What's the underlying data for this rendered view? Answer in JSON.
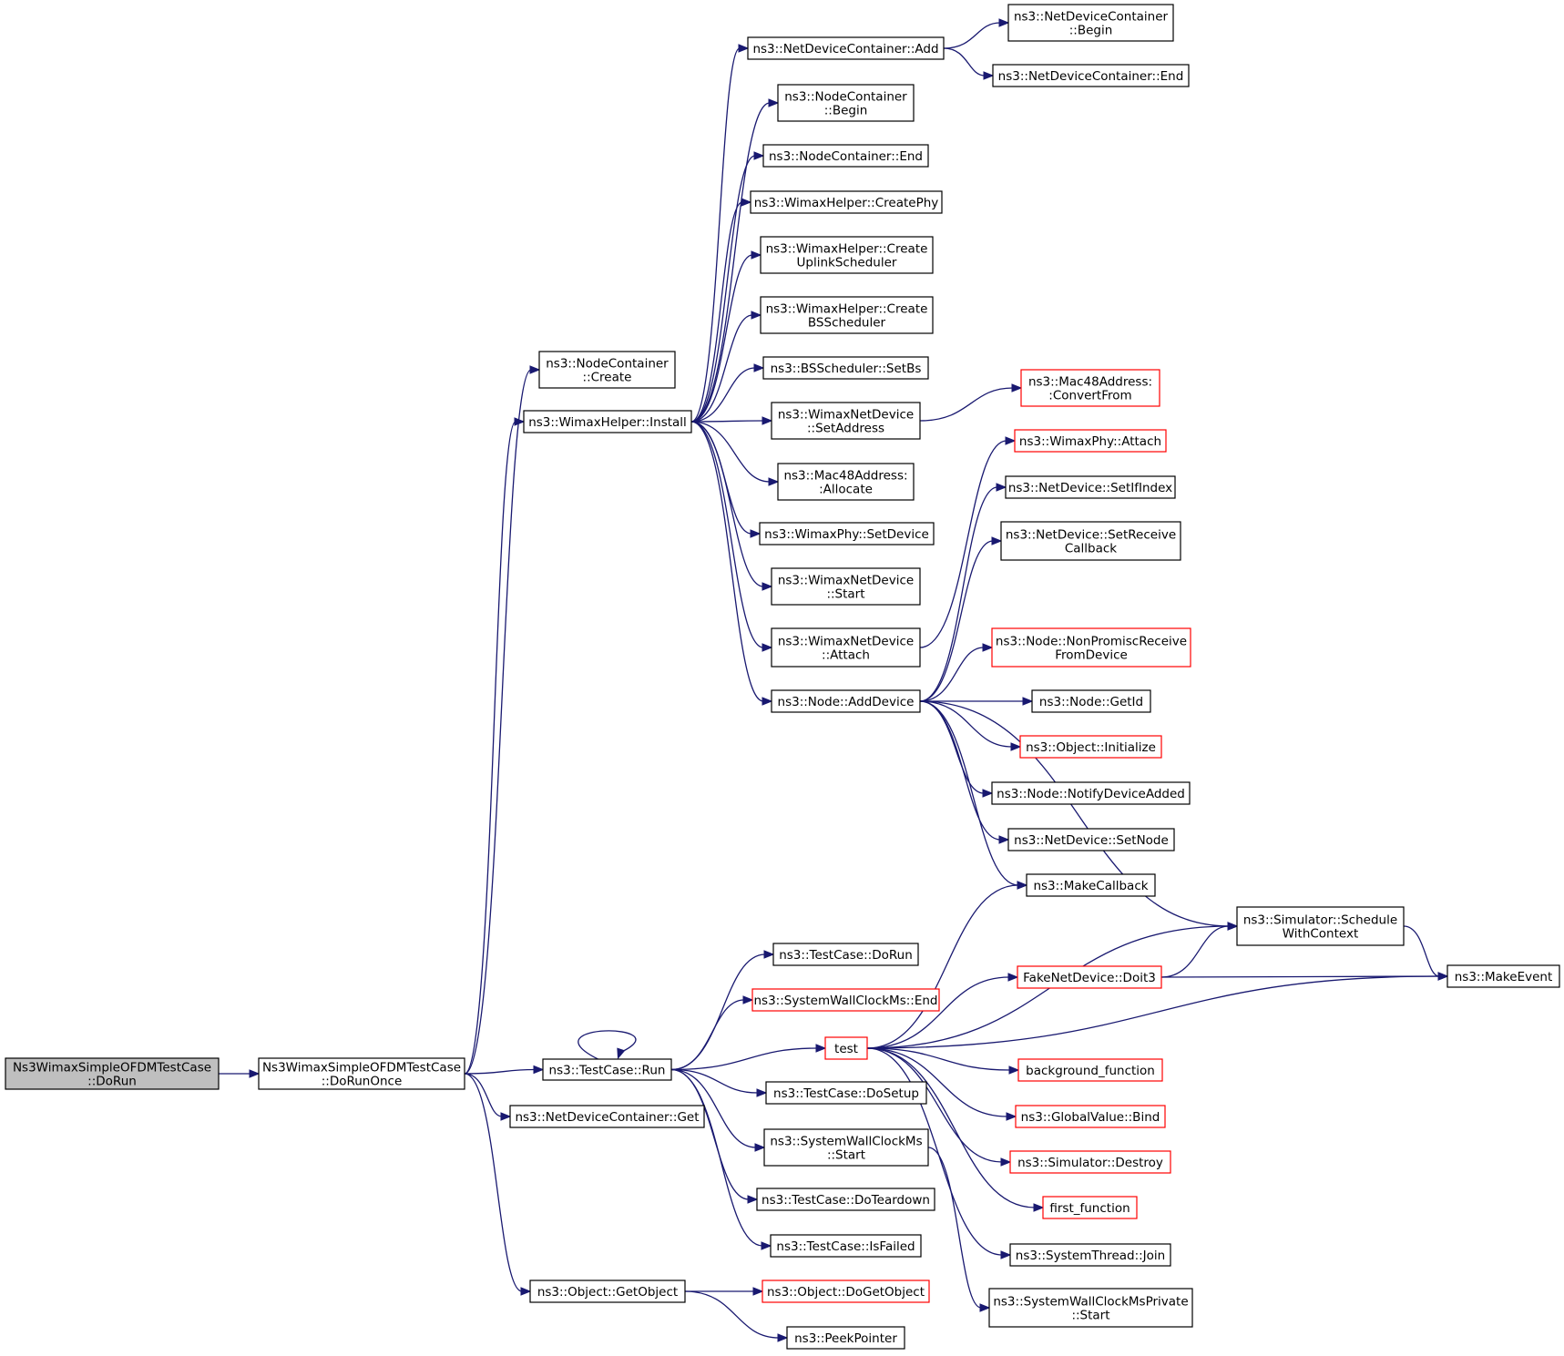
{
  "colors": {
    "edge": "#191970",
    "node_border_default": "#000000",
    "node_border_truncated": "#ff0000",
    "node_fill_default": "#ffffff",
    "node_fill_root": "#bfbfbf",
    "text": "#000000"
  },
  "nodes": {
    "n_dorun": {
      "lines": [
        "Ns3WimaxSimpleOFDMTestCase",
        "::DoRun"
      ],
      "style": "root"
    },
    "n_dorunonce": {
      "lines": [
        "Ns3WimaxSimpleOFDMTestCase",
        "::DoRunOnce"
      ],
      "style": "normal"
    },
    "n_ncreate": {
      "lines": [
        "ns3::NodeContainer",
        "::Create"
      ],
      "style": "normal"
    },
    "n_install": {
      "lines": [
        "ns3::WimaxHelper::Install"
      ],
      "style": "normal"
    },
    "n_ndcadd": {
      "lines": [
        "ns3::NetDeviceContainer::Add"
      ],
      "style": "normal"
    },
    "n_ndcbegin": {
      "lines": [
        "ns3::NetDeviceContainer",
        "::Begin"
      ],
      "style": "normal"
    },
    "n_ndcend": {
      "lines": [
        "ns3::NetDeviceContainer::End"
      ],
      "style": "normal"
    },
    "n_ncbegin": {
      "lines": [
        "ns3::NodeContainer",
        "::Begin"
      ],
      "style": "normal"
    },
    "n_ncend": {
      "lines": [
        "ns3::NodeContainer::End"
      ],
      "style": "normal"
    },
    "n_createphy": {
      "lines": [
        "ns3::WimaxHelper::CreatePhy"
      ],
      "style": "normal"
    },
    "n_createul": {
      "lines": [
        "ns3::WimaxHelper::Create",
        "UplinkScheduler"
      ],
      "style": "normal"
    },
    "n_createbs": {
      "lines": [
        "ns3::WimaxHelper::Create",
        "BSScheduler"
      ],
      "style": "normal"
    },
    "n_setbs": {
      "lines": [
        "ns3::BSScheduler::SetBs"
      ],
      "style": "normal"
    },
    "n_setaddr": {
      "lines": [
        "ns3::WimaxNetDevice",
        "::SetAddress"
      ],
      "style": "normal"
    },
    "n_convfrom": {
      "lines": [
        "ns3::Mac48Address:",
        ":ConvertFrom"
      ],
      "style": "truncated"
    },
    "n_alloc": {
      "lines": [
        "ns3::Mac48Address:",
        ":Allocate"
      ],
      "style": "normal"
    },
    "n_setdevice": {
      "lines": [
        "ns3::WimaxPhy::SetDevice"
      ],
      "style": "normal"
    },
    "n_wndstart": {
      "lines": [
        "ns3::WimaxNetDevice",
        "::Start"
      ],
      "style": "normal"
    },
    "n_wndattach": {
      "lines": [
        "ns3::WimaxNetDevice",
        "::Attach"
      ],
      "style": "normal"
    },
    "n_adddevice": {
      "lines": [
        "ns3::Node::AddDevice"
      ],
      "style": "normal"
    },
    "n_phyattach": {
      "lines": [
        "ns3::WimaxPhy::Attach"
      ],
      "style": "truncated"
    },
    "n_setifindex": {
      "lines": [
        "ns3::NetDevice::SetIfIndex"
      ],
      "style": "normal"
    },
    "n_setrecv": {
      "lines": [
        "ns3::NetDevice::SetReceive",
        "Callback"
      ],
      "style": "normal"
    },
    "n_nonpromisc": {
      "lines": [
        "ns3::Node::NonPromiscReceive",
        "FromDevice"
      ],
      "style": "truncated"
    },
    "n_getid": {
      "lines": [
        "ns3::Node::GetId"
      ],
      "style": "normal"
    },
    "n_init": {
      "lines": [
        "ns3::Object::Initialize"
      ],
      "style": "truncated"
    },
    "n_notify": {
      "lines": [
        "ns3::Node::NotifyDeviceAdded"
      ],
      "style": "normal"
    },
    "n_setnode": {
      "lines": [
        "ns3::NetDevice::SetNode"
      ],
      "style": "normal"
    },
    "n_makecb": {
      "lines": [
        "ns3::MakeCallback"
      ],
      "style": "normal"
    },
    "n_schedctx": {
      "lines": [
        "ns3::Simulator::Schedule",
        "WithContext"
      ],
      "style": "normal"
    },
    "n_makeevent": {
      "lines": [
        "ns3::MakeEvent"
      ],
      "style": "normal"
    },
    "n_doit3": {
      "lines": [
        "FakeNetDevice::Doit3"
      ],
      "style": "truncated"
    },
    "n_tcdorun": {
      "lines": [
        "ns3::TestCase::DoRun"
      ],
      "style": "normal"
    },
    "n_swcend": {
      "lines": [
        "ns3::SystemWallClockMs::End"
      ],
      "style": "truncated"
    },
    "n_test": {
      "lines": [
        "test"
      ],
      "style": "truncated"
    },
    "n_tcrun": {
      "lines": [
        "ns3::TestCase::Run"
      ],
      "style": "normal"
    },
    "n_bgfunc": {
      "lines": [
        "background_function"
      ],
      "style": "truncated"
    },
    "n_gvbind": {
      "lines": [
        "ns3::GlobalValue::Bind"
      ],
      "style": "truncated"
    },
    "n_simdestroy": {
      "lines": [
        "ns3::Simulator::Destroy"
      ],
      "style": "truncated"
    },
    "n_firstfunc": {
      "lines": [
        "first_function"
      ],
      "style": "truncated"
    },
    "n_stjoin": {
      "lines": [
        "ns3::SystemThread::Join"
      ],
      "style": "normal"
    },
    "n_swcpstart": {
      "lines": [
        "ns3::SystemWallClockMsPrivate",
        "::Start"
      ],
      "style": "normal"
    },
    "n_ndcget": {
      "lines": [
        "ns3::NetDeviceContainer::Get"
      ],
      "style": "normal"
    },
    "n_dosetup": {
      "lines": [
        "ns3::TestCase::DoSetup"
      ],
      "style": "normal"
    },
    "n_swcstart": {
      "lines": [
        "ns3::SystemWallClockMs",
        "::Start"
      ],
      "style": "normal"
    },
    "n_doteardown": {
      "lines": [
        "ns3::TestCase::DoTeardown"
      ],
      "style": "normal"
    },
    "n_isfailed": {
      "lines": [
        "ns3::TestCase::IsFailed"
      ],
      "style": "normal"
    },
    "n_getobject": {
      "lines": [
        "ns3::Object::GetObject"
      ],
      "style": "normal"
    },
    "n_dogetobject": {
      "lines": [
        "ns3::Object::DoGetObject"
      ],
      "style": "truncated"
    },
    "n_peekptr": {
      "lines": [
        "ns3::PeekPointer"
      ],
      "style": "normal"
    }
  },
  "edges": [
    [
      "n_dorun",
      "n_dorunonce"
    ],
    [
      "n_dorunonce",
      "n_ncreate"
    ],
    [
      "n_dorunonce",
      "n_install"
    ],
    [
      "n_dorunonce",
      "n_tcrun"
    ],
    [
      "n_dorunonce",
      "n_ndcget"
    ],
    [
      "n_dorunonce",
      "n_getobject"
    ],
    [
      "n_install",
      "n_ndcadd"
    ],
    [
      "n_install",
      "n_ncbegin"
    ],
    [
      "n_install",
      "n_ncend"
    ],
    [
      "n_install",
      "n_createphy"
    ],
    [
      "n_install",
      "n_createul"
    ],
    [
      "n_install",
      "n_createbs"
    ],
    [
      "n_install",
      "n_setbs"
    ],
    [
      "n_install",
      "n_setaddr"
    ],
    [
      "n_install",
      "n_alloc"
    ],
    [
      "n_install",
      "n_setdevice"
    ],
    [
      "n_install",
      "n_wndstart"
    ],
    [
      "n_install",
      "n_wndattach"
    ],
    [
      "n_install",
      "n_adddevice"
    ],
    [
      "n_ndcadd",
      "n_ndcbegin"
    ],
    [
      "n_ndcadd",
      "n_ndcend"
    ],
    [
      "n_setaddr",
      "n_convfrom"
    ],
    [
      "n_wndattach",
      "n_phyattach"
    ],
    [
      "n_adddevice",
      "n_setifindex"
    ],
    [
      "n_adddevice",
      "n_setrecv"
    ],
    [
      "n_adddevice",
      "n_schedctx"
    ],
    [
      "n_adddevice",
      "n_nonpromisc"
    ],
    [
      "n_adddevice",
      "n_getid"
    ],
    [
      "n_adddevice",
      "n_init"
    ],
    [
      "n_adddevice",
      "n_notify"
    ],
    [
      "n_adddevice",
      "n_setnode"
    ],
    [
      "n_adddevice",
      "n_makecb"
    ],
    [
      "n_tcrun",
      "n_tcrun"
    ],
    [
      "n_tcrun",
      "n_tcdorun"
    ],
    [
      "n_tcrun",
      "n_swcend"
    ],
    [
      "n_tcrun",
      "n_test"
    ],
    [
      "n_tcrun",
      "n_dosetup"
    ],
    [
      "n_tcrun",
      "n_swcstart"
    ],
    [
      "n_tcrun",
      "n_doteardown"
    ],
    [
      "n_tcrun",
      "n_isfailed"
    ],
    [
      "n_test",
      "n_makecb"
    ],
    [
      "n_test",
      "n_schedctx"
    ],
    [
      "n_test",
      "n_doit3"
    ],
    [
      "n_test",
      "n_makeevent"
    ],
    [
      "n_test",
      "n_bgfunc"
    ],
    [
      "n_test",
      "n_gvbind"
    ],
    [
      "n_test",
      "n_simdestroy"
    ],
    [
      "n_test",
      "n_firstfunc"
    ],
    [
      "n_test",
      "n_stjoin"
    ],
    [
      "n_schedctx",
      "n_makeevent"
    ],
    [
      "n_doit3",
      "n_schedctx"
    ],
    [
      "n_doit3",
      "n_makeevent"
    ],
    [
      "n_swcstart",
      "n_swcpstart"
    ],
    [
      "n_getobject",
      "n_dogetobject"
    ],
    [
      "n_getobject",
      "n_peekptr"
    ]
  ]
}
